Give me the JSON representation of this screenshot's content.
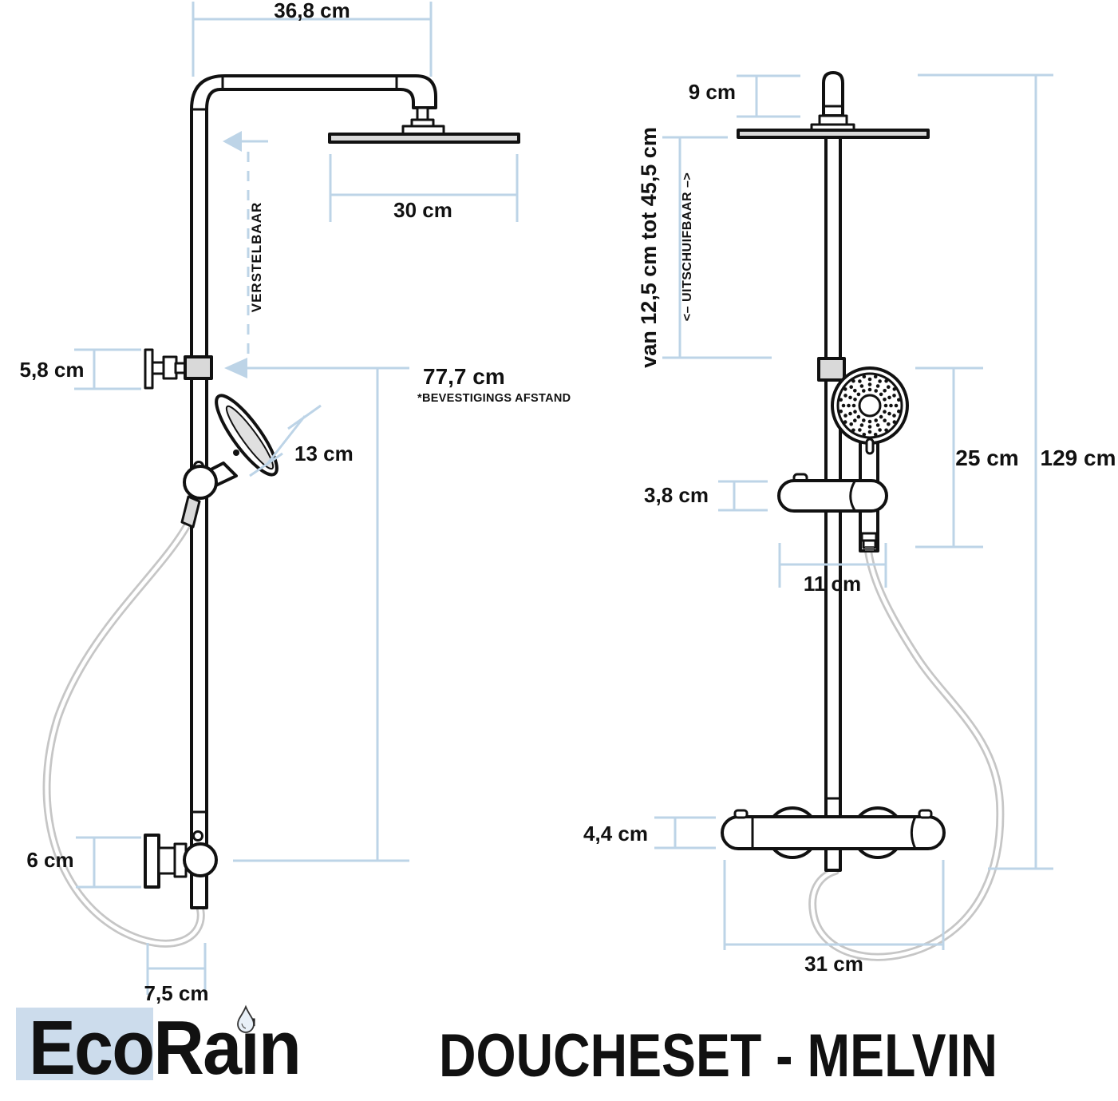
{
  "colors": {
    "dimension_line": "#bdd4e7",
    "logo_highlight": "#ccdcec",
    "fixture_gray": "#d9d9d9",
    "hose_gray": "#c6c6c6",
    "outline": "#111111",
    "drop_fill": "#e8f0f8"
  },
  "left_view": {
    "labels": {
      "arm_width": "36,8 cm",
      "head_diameter": "30 cm",
      "adjustable": "VERSTELBAAR",
      "top_bracket_depth": "5,8 cm",
      "mount_distance": "77,7 cm",
      "mount_distance_note": "*BEVESTIGINGS AFSTAND",
      "hand_shower_length": "13 cm",
      "bottom_bracket_depth": "6 cm",
      "bottom_offset": "7,5 cm"
    }
  },
  "right_view": {
    "labels": {
      "head_connector_height": "9 cm",
      "extendable_range": "van 12,5 cm tot 45,5 cm",
      "extendable": "<– UITSCHUIFBAAR –>",
      "hand_shower_height": "25 cm",
      "total_height": "129 cm",
      "holder_height": "3,8 cm",
      "holder_width": "11 cm",
      "mixer_height": "4,4 cm",
      "mixer_width": "31 cm"
    }
  },
  "footer": {
    "brand_highlight": "Eco",
    "brand_rest": "Rain",
    "product_title": "DOUCHESET - MELVIN"
  }
}
